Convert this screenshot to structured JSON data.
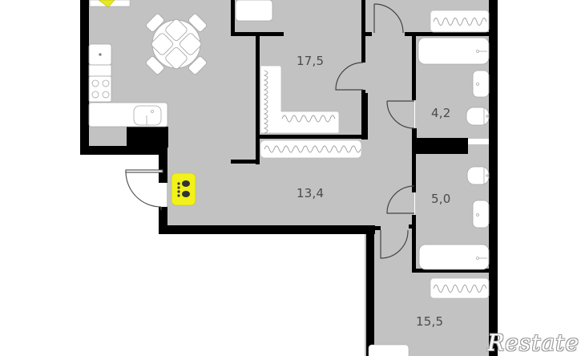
{
  "floor_plan": {
    "colors": {
      "floor": "#c2c2c2",
      "wall": "#000000",
      "fixture": "#ffffff",
      "fixture_stroke": "#a8a8a8",
      "entrance_marker": "#f2f21a",
      "label_text": "#4a4a4a",
      "background": "#ffffff"
    },
    "rooms": [
      {
        "name": "kitchen-living",
        "area": ""
      },
      {
        "name": "bedroom-1",
        "area": "17,5"
      },
      {
        "name": "hallway",
        "area": "13,4"
      },
      {
        "name": "bathroom-1",
        "area": "4,2"
      },
      {
        "name": "bathroom-2",
        "area": "5,0"
      },
      {
        "name": "bedroom-2",
        "area": "15,5"
      }
    ],
    "icons": {
      "entrance": "footprints-icon",
      "balcony_marker": "yellow-marker-icon"
    }
  },
  "watermark": {
    "text": "Restate"
  }
}
